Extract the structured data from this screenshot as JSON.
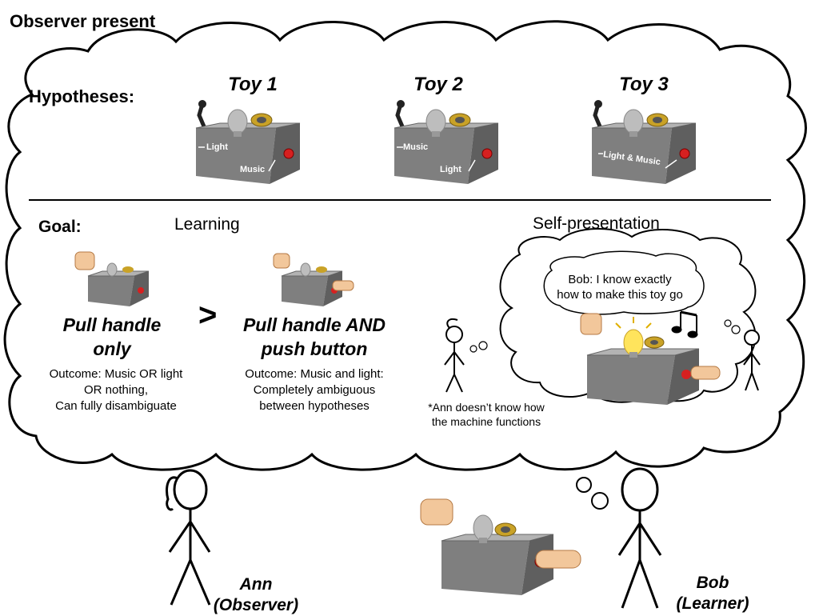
{
  "header": {
    "title": "Observer present"
  },
  "hypotheses": {
    "label": "Hypotheses:",
    "toys": [
      {
        "title": "Toy 1",
        "handle_label": "Light",
        "button_label": "Music"
      },
      {
        "title": "Toy 2",
        "handle_label": "Music",
        "button_label": "Light"
      },
      {
        "title": "Toy 3",
        "combined_label": "Light & Music"
      }
    ]
  },
  "goal": {
    "label": "Goal:",
    "learning": {
      "heading": "Learning",
      "option_a": {
        "action_line1": "Pull handle",
        "action_line2": "only",
        "outcome_line1": "Outcome: Music OR light",
        "outcome_line2": "OR nothing,",
        "outcome_line3": "Can fully disambiguate"
      },
      "comparator": ">",
      "option_b": {
        "action_line1": "Pull handle AND",
        "action_line2": "push button",
        "outcome_line1": "Outcome: Music and light:",
        "outcome_line2": "Completely ambiguous",
        "outcome_line3": "between hypotheses"
      }
    },
    "self_presentation": {
      "heading": "Self-presentation",
      "bob_speech_line1": "Bob: I know exactly",
      "bob_speech_line2": "how to make this toy go",
      "ann_note_line1": "*Ann doesn’t know how",
      "ann_note_line2": "the machine functions"
    }
  },
  "characters": {
    "ann": {
      "name": "Ann",
      "role": "(Observer)"
    },
    "bob": {
      "name": "Bob",
      "role": "(Learner)"
    }
  },
  "colors": {
    "box_top": "#a7a7a7",
    "box_front": "#7c7c7c",
    "box_side": "#5f5f5f",
    "button_red": "#d62020",
    "speaker_gold": "#c9a227",
    "bulb_lit": "#ffe45c",
    "hand_skin": "#f2c79b"
  }
}
